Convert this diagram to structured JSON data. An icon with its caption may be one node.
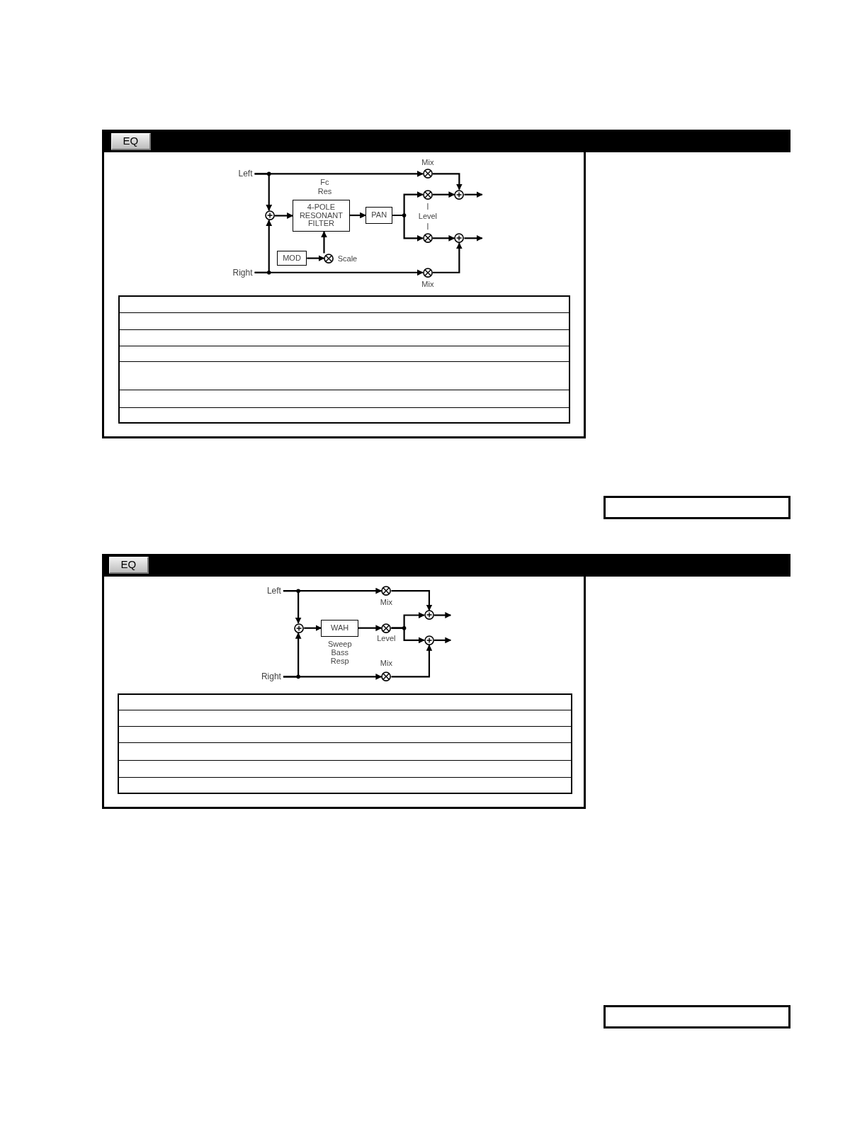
{
  "diagram": {
    "nodes": [
      {
        "text": [
          "EQ"
        ]
      },
      {
        "text": [
          "Left"
        ]
      },
      {
        "text": [
          "Right"
        ]
      },
      {
        "text": [],
        "shape": "circle"
      },
      {
        "text": [
          "4-POLE RESONANT FILTER"
        ],
        "beside": [
          "Fc Res"
        ]
      },
      {
        "text": [
          "PAN"
        ]
      },
      {
        "text": [
          "MOD"
        ]
      },
      {
        "text": [],
        "shape": "circle",
        "beside": [
          "Scale"
        ]
      },
      {
        "text": [],
        "shape": "circle",
        "beside": [
          "Mix"
        ]
      },
      {
        "text": [],
        "shape": "circle"
      },
      {
        "text": [],
        "shape": "circle"
      },
      {
        "text": [],
        "shape": "circle",
        "beside": [
          "Mix"
        ]
      },
      {
        "text": [],
        "shape": "circle"
      },
      {
        "text": [],
        "shape": "circle"
      },
      {
        "text": [
          "EQ"
        ]
      },
      {
        "text": [
          "Left"
        ]
      },
      {
        "text": [
          "Right"
        ]
      },
      {
        "text": [],
        "shape": "circle"
      },
      {
        "text": [
          "WAH"
        ],
        "beside": [
          "Sweep Bass Resp"
        ]
      },
      {
        "text": [],
        "shape": "circle",
        "beside": [
          "Mix"
        ]
      },
      {
        "text": [],
        "shape": "circle",
        "beside": [
          "Level"
        ]
      },
      {
        "text": [],
        "shape": "circle",
        "beside": [
          "Mix"
        ]
      },
      {
        "text": [],
        "shape": "circle"
      },
      {
        "text": [],
        "shape": "circle"
      }
    ],
    "edges": [
      {
        "from": 1,
        "to": 8,
        "arrow": "to"
      },
      {
        "from": 1,
        "to": 3,
        "arrow": "to"
      },
      {
        "from": 2,
        "to": 3,
        "arrow": "to"
      },
      {
        "from": 2,
        "to": 11,
        "arrow": "to"
      },
      {
        "from": 3,
        "to": 4,
        "arrow": "to"
      },
      {
        "from": 4,
        "to": 5,
        "arrow": "to"
      },
      {
        "from": 6,
        "to": 7,
        "arrow": "to"
      },
      {
        "from": 7,
        "to": 4,
        "arrow": "to"
      },
      {
        "from": 5,
        "to": 9,
        "arrow": "to"
      },
      {
        "from": 5,
        "to": 10,
        "arrow": "to"
      },
      {
        "from": 8,
        "to": 12,
        "arrow": "to"
      },
      {
        "from": 9,
        "to": 12,
        "arrow": "to"
      },
      {
        "from": 10,
        "to": 13,
        "arrow": "to"
      },
      {
        "from": 11,
        "to": 13,
        "arrow": "to"
      },
      {
        "from": 12,
        "to": null,
        "arrow": "to"
      },
      {
        "from": 13,
        "to": null,
        "arrow": "to"
      },
      {
        "from": 15,
        "to": 19,
        "arrow": "to"
      },
      {
        "from": 15,
        "to": 17,
        "arrow": "to"
      },
      {
        "from": 16,
        "to": 17,
        "arrow": "to"
      },
      {
        "from": 16,
        "to": 21,
        "arrow": "to"
      },
      {
        "from": 17,
        "to": 18,
        "arrow": "to"
      },
      {
        "from": 18,
        "to": 20,
        "arrow": "to"
      },
      {
        "from": 20,
        "to": 22,
        "arrow": "to"
      },
      {
        "from": 20,
        "to": 23,
        "arrow": "to"
      },
      {
        "from": 19,
        "to": 22,
        "arrow": "to"
      },
      {
        "from": 21,
        "to": 23,
        "arrow": "to"
      },
      {
        "from": 22,
        "to": null,
        "arrow": "to"
      },
      {
        "from": 23,
        "to": null,
        "arrow": "to"
      }
    ],
    "labels": [
      "Level"
    ]
  }
}
